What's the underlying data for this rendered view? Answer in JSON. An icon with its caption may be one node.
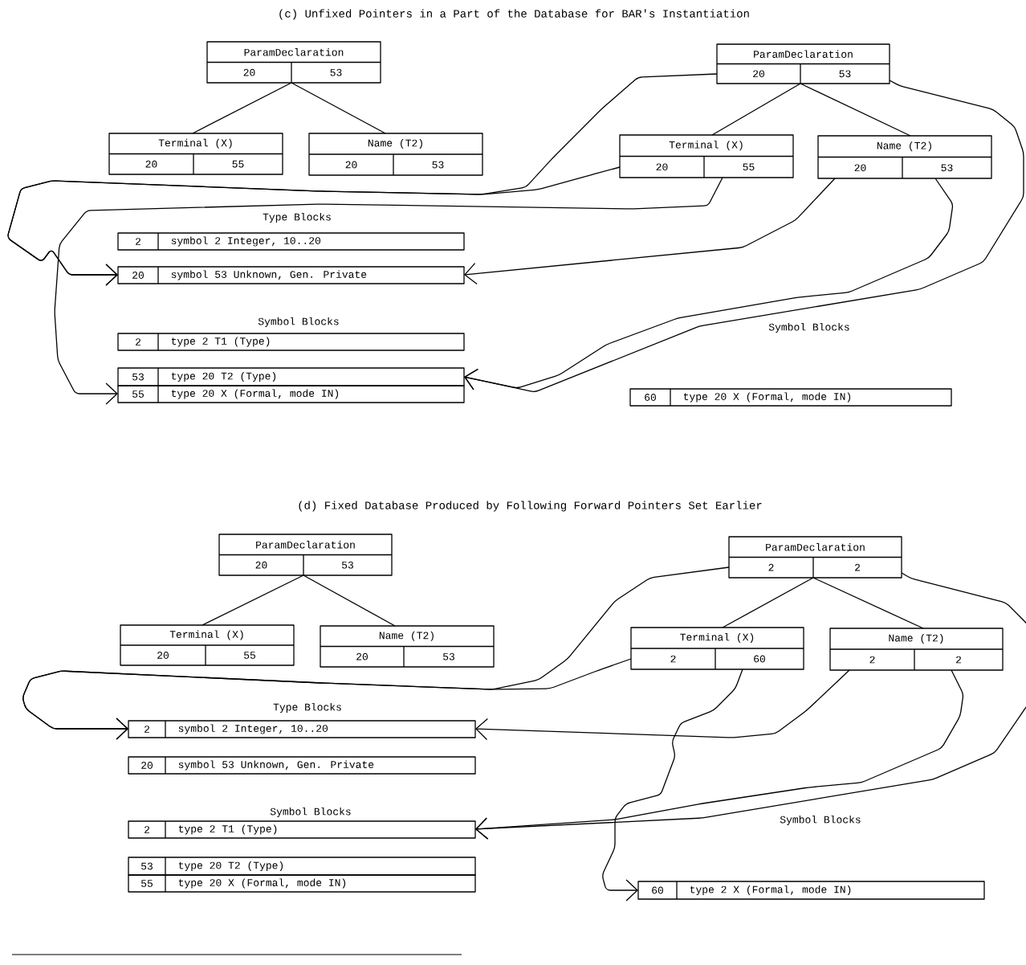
{
  "diagram": {
    "nodes": [
      {
        "text": [
          "ParamDeclaration",
          "20",
          "53"
        ]
      },
      {
        "text": [
          "Terminal (X)",
          "20",
          "55"
        ]
      },
      {
        "text": [
          "Name (T2)",
          "20",
          "53"
        ]
      },
      {
        "text": [
          "ParamDeclaration",
          "20",
          "53"
        ]
      },
      {
        "text": [
          "Terminal (X)",
          "20",
          "55"
        ]
      },
      {
        "text": [
          "Name (T2)",
          "20",
          "53"
        ]
      },
      {
        "text": [
          "2",
          "symbol 2 Integer, 10..20"
        ]
      },
      {
        "text": [
          "20",
          "symbol 53 Unknown, Gen. Private"
        ]
      },
      {
        "text": [
          "2",
          "type 2 T1 (Type)"
        ]
      },
      {
        "text": [
          "53",
          "type 20 T2 (Type)"
        ]
      },
      {
        "text": [
          "55",
          "type 20 X (Formal, mode IN)"
        ]
      },
      {
        "text": [
          "60",
          "type 20 X (Formal, mode IN)"
        ]
      },
      {
        "text": [
          "ParamDeclaration",
          "20",
          "53"
        ]
      },
      {
        "text": [
          "Terminal (X)",
          "20",
          "55"
        ]
      },
      {
        "text": [
          "Name (T2)",
          "20",
          "53"
        ]
      },
      {
        "text": [
          "ParamDeclaration",
          "2",
          "2"
        ]
      },
      {
        "text": [
          "Terminal (X)",
          "2",
          "60"
        ]
      },
      {
        "text": [
          "Name (T2)",
          "2",
          "2"
        ]
      },
      {
        "text": [
          "2",
          "symbol 2 Integer, 10..20"
        ]
      },
      {
        "text": [
          "20",
          "symbol 53 Unknown, Gen. Private"
        ]
      },
      {
        "text": [
          "2",
          "type 2 T1 (Type)"
        ]
      },
      {
        "text": [
          "53",
          "type 20 T2 (Type)"
        ]
      },
      {
        "text": [
          "55",
          "type 20 X (Formal, mode IN)"
        ]
      },
      {
        "text": [
          "60",
          "type 2 X (Formal, mode IN)"
        ]
      }
    ],
    "edges": [
      {
        "from": 0,
        "to": 1,
        "arrow": "none"
      },
      {
        "from": 0,
        "to": 2,
        "arrow": "none"
      },
      {
        "from": 3,
        "to": 4,
        "arrow": "none"
      },
      {
        "from": 3,
        "to": 5,
        "arrow": "none"
      },
      {
        "from": 3,
        "to": 7,
        "arrow": "to"
      },
      {
        "from": 4,
        "to": 7,
        "arrow": "to"
      },
      {
        "from": 4,
        "to": 10,
        "arrow": "to"
      },
      {
        "from": 5,
        "to": 7,
        "arrow": "to"
      },
      {
        "from": 5,
        "to": 9,
        "arrow": "to"
      },
      {
        "from": 3,
        "to": 9,
        "arrow": "to"
      },
      {
        "from": 12,
        "to": 13,
        "arrow": "none"
      },
      {
        "from": 12,
        "to": 14,
        "arrow": "none"
      },
      {
        "from": 15,
        "to": 16,
        "arrow": "none"
      },
      {
        "from": 15,
        "to": 17,
        "arrow": "none"
      },
      {
        "from": 15,
        "to": 18,
        "arrow": "to"
      },
      {
        "from": 16,
        "to": 18,
        "arrow": "to"
      },
      {
        "from": 16,
        "to": 23,
        "arrow": "to"
      },
      {
        "from": 17,
        "to": 18,
        "arrow": "to"
      },
      {
        "from": 17,
        "to": 20,
        "arrow": "to"
      },
      {
        "from": 15,
        "to": 20,
        "arrow": "to"
      }
    ],
    "labels": [
      "(c) Unfixed Pointers in a Part of the Database for BAR's Instantiation",
      "Type Blocks",
      "Symbol Blocks",
      "Symbol Blocks",
      "(d) Fixed Database Produced by Following Forward Pointers Set Earlier",
      "Type Blocks",
      "Symbol Blocks",
      "Symbol Blocks"
    ]
  }
}
